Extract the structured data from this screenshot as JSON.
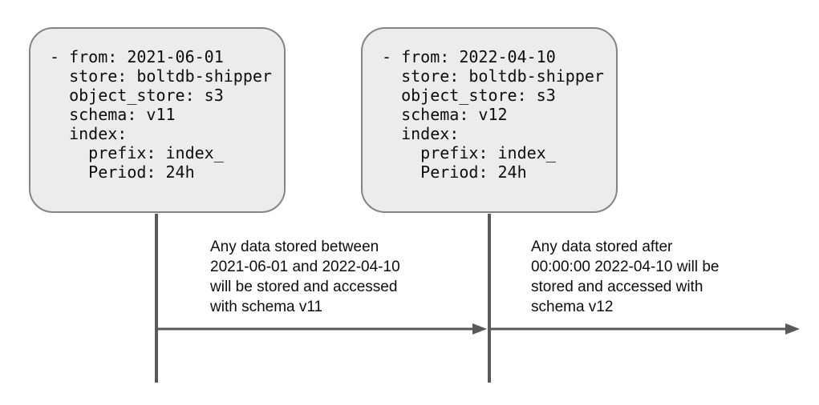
{
  "diagram": {
    "colors": {
      "background": "#ffffff",
      "box_fill": "#ececec",
      "box_border": "#848484",
      "line_color": "#58595b",
      "text_color": "#0d0d0d"
    },
    "boxes": [
      {
        "code": "- from: 2021-06-01\n  store: boltdb-shipper\n  object_store: s3\n  schema: v11\n  index:\n    prefix: index_\n    Period: 24h"
      },
      {
        "code": "- from: 2022-04-10\n  store: boltdb-shipper\n  object_store: s3\n  schema: v12\n  index:\n    prefix: index_\n    Period: 24h"
      }
    ],
    "annotations": [
      {
        "text": "Any data stored between\n2021-06-01 and 2022-04-10\nwill be stored and accessed\nwith schema v11"
      },
      {
        "text": "Any data stored after\n00:00:00 2022-04-10 will be\nstored and accessed with\nschema v12"
      }
    ]
  }
}
